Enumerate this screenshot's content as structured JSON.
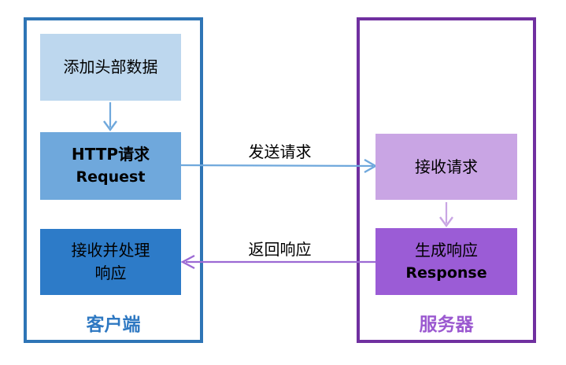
{
  "client": {
    "label": "客户端",
    "add_header_box": "添加头部数据",
    "request_box_line1": "HTTP请求",
    "request_box_line2": "Request",
    "receive_box_line1": "接收并处理",
    "receive_box_line2": "响应"
  },
  "server": {
    "label": "服务器",
    "receive_box": "接收请求",
    "response_box_line1": "生成响应",
    "response_box_line2": "Response"
  },
  "arrows": {
    "send_label": "发送请求",
    "return_label": "返回响应"
  },
  "colors": {
    "client_border": "#2E75B6",
    "server_border": "#7030A0",
    "box_light_blue": "#BDD7EE",
    "box_medium_blue": "#6FA8DC",
    "box_dark_blue": "#2D7BC8",
    "box_light_purple": "#C9A5E4",
    "box_dark_purple": "#9B5CD6",
    "client_label_color": "#2E78C2",
    "server_label_color": "#9B59D0",
    "blue_arrow": "#6FA8DC",
    "light_purple_arrow": "#C9A5E4",
    "purple_arrow": "#9C6AD4",
    "text_color": "#000000",
    "background": "#FFFFFF"
  }
}
